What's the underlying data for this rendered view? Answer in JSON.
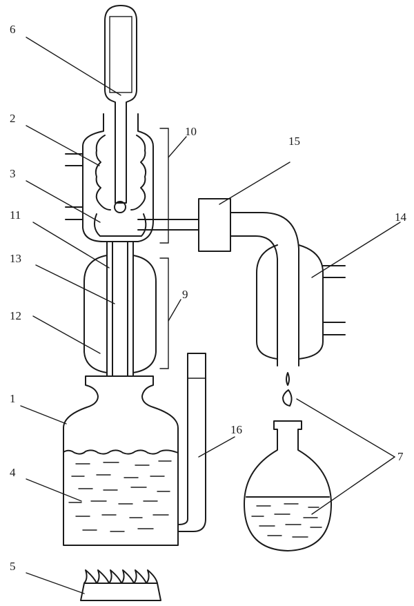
{
  "labels": {
    "l6": "6",
    "l2": "2",
    "l10": "10",
    "l15": "15",
    "l3": "3",
    "l11": "11",
    "l14": "14",
    "l13": "13",
    "l9": "9",
    "l12": "12",
    "l1": "1",
    "l16": "16",
    "l7": "7",
    "l4": "4",
    "l5": "5"
  }
}
